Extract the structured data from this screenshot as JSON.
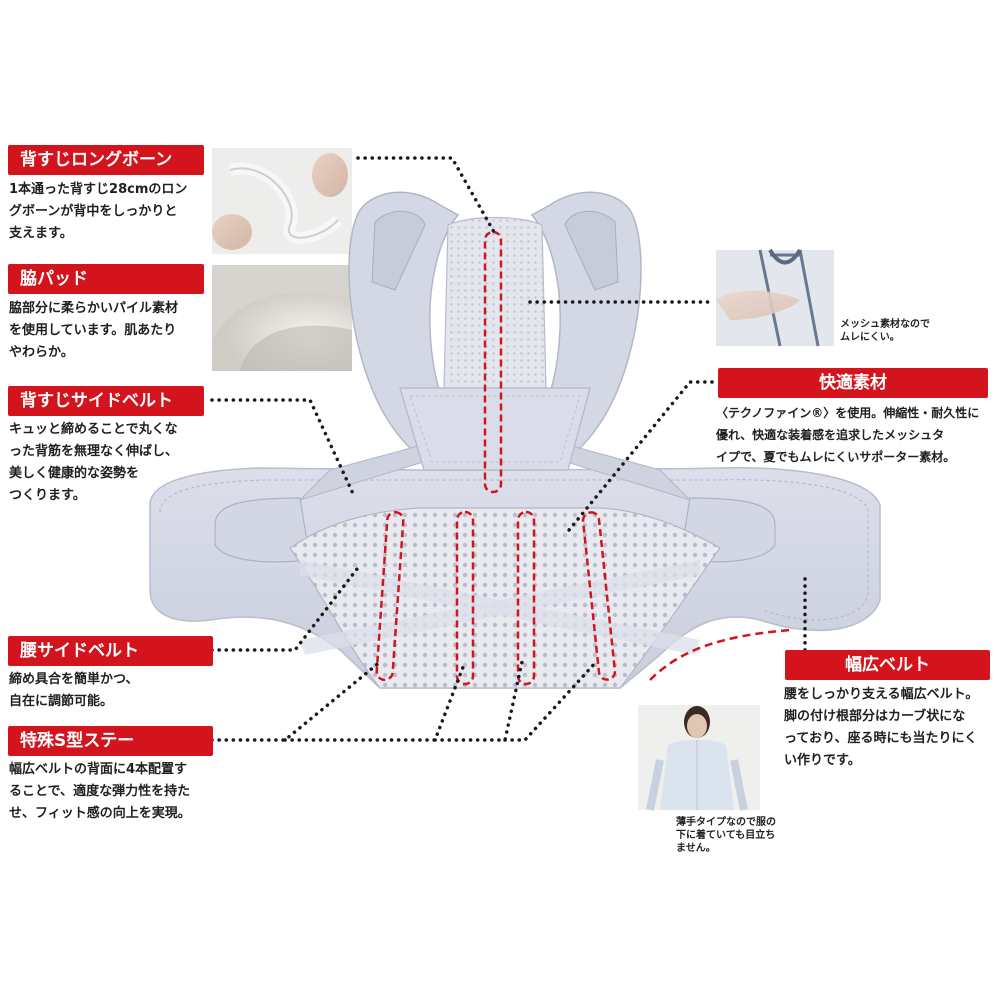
{
  "features": {
    "long_bone": {
      "title": "背すじロングボーン",
      "lines": [
        "1本通った背すじ28cmのロン",
        "グボーンが背中をしっかりと",
        "支えます。"
      ]
    },
    "side_pad": {
      "title": "脇パッド",
      "lines": [
        "脇部分に柔らかいパイル素材",
        "を使用しています。肌あたり",
        "やわらか。"
      ]
    },
    "back_side_belt": {
      "title": "背すじサイドベルト",
      "lines": [
        "キュッと締めることで丸くな",
        "った背筋を無理なく伸ばし、",
        "美しく健康的な姿勢を",
        "つくります。"
      ]
    },
    "waist_side_belt": {
      "title": "腰サイドベルト",
      "lines": [
        "締め具合を簡単かつ、",
        "自在に調節可能。"
      ]
    },
    "s_stay": {
      "title": "特殊S型ステー",
      "lines": [
        "幅広ベルトの背面に4本配置す",
        "ることで、適度な弾力性を持た",
        "せ、フィット感の向上を実現。"
      ]
    },
    "comfort": {
      "title": "快適素材",
      "lines": [
        "〈テクノファイン®〉を使用。伸縮性・耐久性に",
        "優れ、快適な装着感を追求したメッシュタ",
        "イプで、夏でもムレにくいサポーター素材。"
      ]
    },
    "wide_belt": {
      "title": "幅広ベルト",
      "lines": [
        "腰をしっかり支える幅広ベルト。",
        "脚の付け根部分はカーブ状にな",
        "っており、座る時にも当たりにく",
        "い作りです。"
      ]
    }
  },
  "captions": {
    "mesh": [
      "メッシュ素材なので",
      "ムレにくい。"
    ],
    "thin": [
      "薄手タイプなので服の",
      "下に着ていても目立ち",
      "ません。"
    ]
  },
  "colors": {
    "accent": "#d3141d",
    "fabric": "#d9dce8",
    "mesh": "#e9ebf1",
    "dotted": "#1a1a1a"
  }
}
